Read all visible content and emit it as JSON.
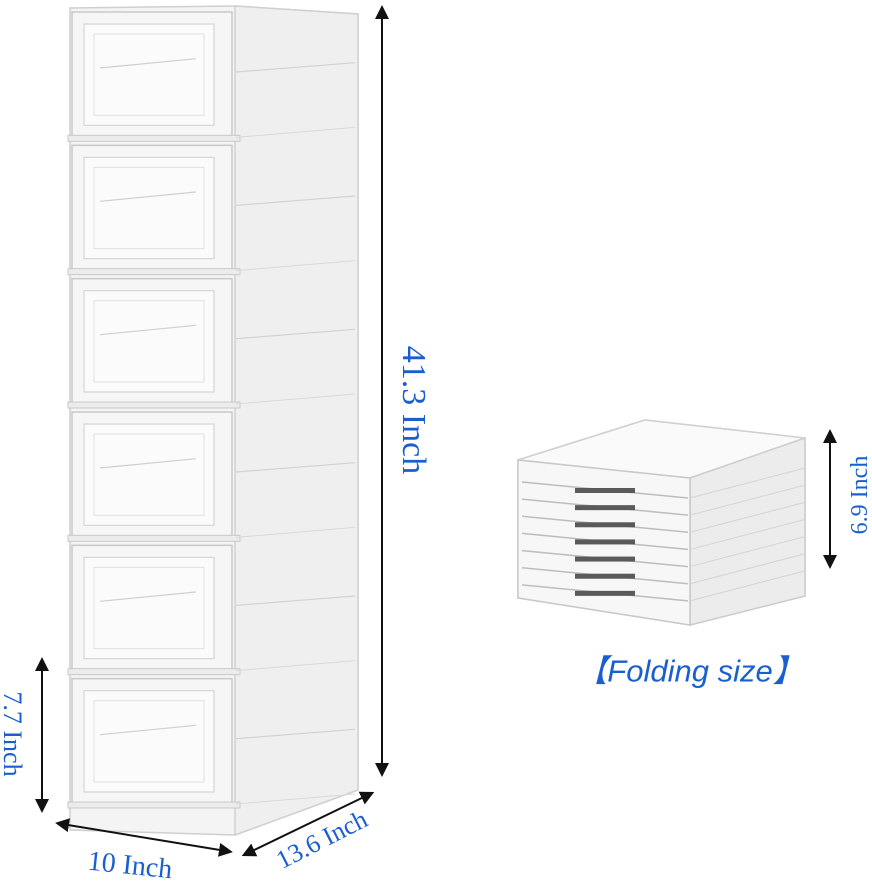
{
  "product": {
    "drawer_count": 6,
    "colors": {
      "dimension": "#1a5fd0",
      "frame": "#ececec",
      "edge": "#c9c9c9",
      "panel": "#f6f6f6"
    }
  },
  "dimensions": {
    "height": "41.3 Inch",
    "drawer_height": "7.7 Inch",
    "width": "10 Inch",
    "depth": "13.6 Inch",
    "folded_height": "6.9 Inch"
  },
  "folded": {
    "caption": "【Folding size】",
    "layer_count": 7
  }
}
